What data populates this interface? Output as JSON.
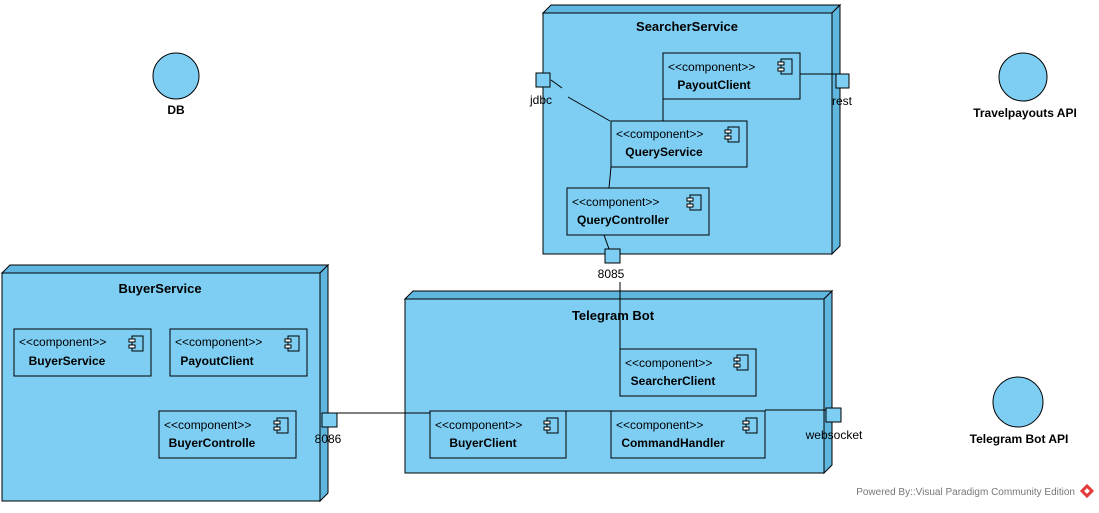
{
  "colors": {
    "node_fill": "#7ecef4",
    "node_side": "#5fb6df",
    "stroke": "#000000",
    "background": "#ffffff"
  },
  "nodes": {
    "searcher_service": {
      "title": "SearcherService"
    },
    "buyer_service": {
      "title": "BuyerService"
    },
    "telegram_bot": {
      "title": "Telegram Bot"
    }
  },
  "components": {
    "stereotype": "<<component>>",
    "payout_client_searcher": "PayoutClient",
    "query_service": "QueryService",
    "query_controller": "QueryController",
    "buyer_service": "BuyerService",
    "payout_client_buyer": "PayoutClient",
    "buyer_controller": "BuyerControlle",
    "searcher_client": "SearcherClient",
    "buyer_client": "BuyerClient",
    "command_handler": "CommandHandler"
  },
  "ports": {
    "jdbc": "jdbc",
    "rest": "rest",
    "p8085": "8085",
    "p8086": "8086",
    "websocket": "websocket"
  },
  "actors": {
    "db": "DB",
    "travelpayouts": "Travelpayouts API",
    "telegram_api": "Telegram Bot API"
  },
  "footer": {
    "text": "Powered By::Visual Paradigm Community Edition"
  }
}
